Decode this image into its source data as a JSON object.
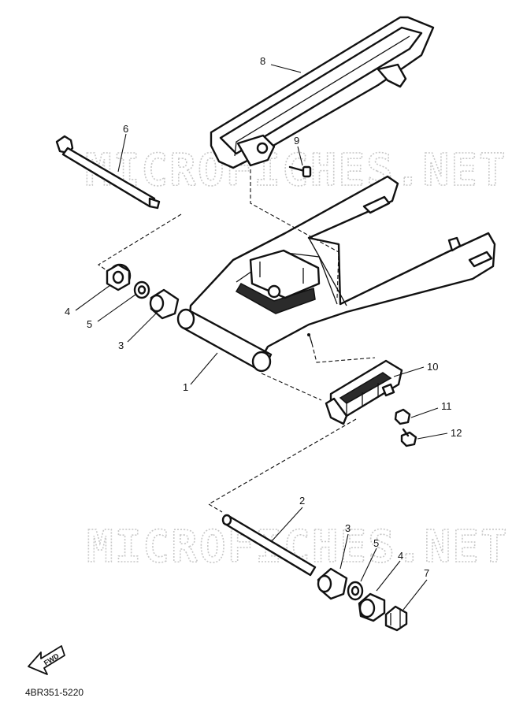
{
  "watermark": "MICROFICHES.NET",
  "fwd_label": "FWD",
  "diagram_code": "4BR351-5220",
  "callouts": [
    "8",
    "9",
    "6",
    "10",
    "11",
    "12",
    "4",
    "5",
    "3",
    "1",
    "2",
    "3",
    "5",
    "4",
    "7"
  ]
}
